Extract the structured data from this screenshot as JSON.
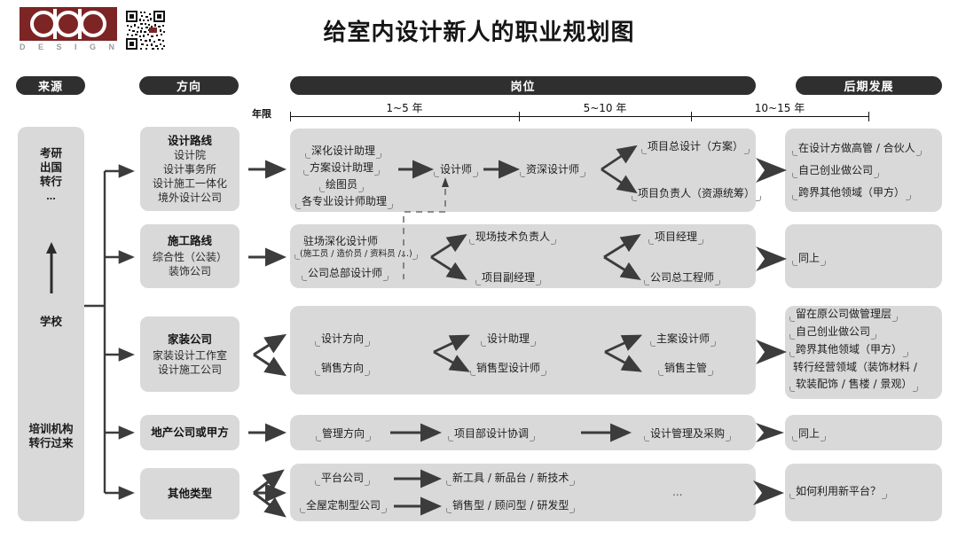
{
  "brand": {
    "logo_text": "dop",
    "logo_sub": [
      "D",
      "E",
      "S",
      "I",
      "G",
      "N"
    ],
    "accent": "#7d2424"
  },
  "title": "给室内设计新人的职业规划图",
  "pills": [
    {
      "label": "来源"
    },
    {
      "label": "方向"
    },
    {
      "label": "岗位"
    },
    {
      "label": "后期发展"
    }
  ],
  "timeline": {
    "label": "年限",
    "segments": [
      "1~5 年",
      "5~10 年",
      "10~15 年"
    ]
  },
  "sources": [
    {
      "lines": "考研\n出国\n转行\n..."
    },
    {
      "lines": "学校"
    },
    {
      "lines": "培训机构\n转行过来"
    }
  ],
  "rows": [
    {
      "direction": {
        "title": "设计路线",
        "subs": [
          "设计院",
          "设计事务所",
          "设计施工一体化",
          "境外设计公司"
        ]
      },
      "stage1": [
        "深化设计助理",
        "方案设计助理",
        "绘图员",
        "各专业设计师助理"
      ],
      "stage2": [
        "设计师"
      ],
      "stage3": [
        "资深设计师"
      ],
      "stage4": [
        "项目总设计（方案）",
        "项目负责人（资源统筹）"
      ],
      "later": [
        "在设计方做高管 / 合伙人",
        "自己创业做公司",
        "跨界其他领域（甲方）"
      ]
    },
    {
      "direction": {
        "title": "施工路线",
        "subs": [
          "综合性（公装）",
          "装饰公司"
        ]
      },
      "stage1": [
        "驻场深化设计师",
        "(施工员 / 造价员 / 资料员 /...)",
        "公司总部设计师"
      ],
      "stage2": [
        "现场技术负责人",
        "项目副经理"
      ],
      "stage3": [
        "项目经理",
        "公司总工程师"
      ],
      "later": [
        "同上"
      ]
    },
    {
      "direction": {
        "title": "家装公司",
        "subs": [
          "家装设计工作室",
          "设计施工公司"
        ]
      },
      "stage1": [
        "设计方向",
        "销售方向"
      ],
      "stage2": [
        "设计助理",
        "销售型设计师"
      ],
      "stage3": [
        "主案设计师",
        "销售主管"
      ],
      "later": [
        "留在原公司做管理层",
        "自己创业做公司",
        "跨界其他领域（甲方）",
        "转行经营领域（装饰材料 /",
        "软装配饰 / 售楼 / 景观）"
      ]
    },
    {
      "direction": {
        "title": "地产公司或甲方",
        "subs": []
      },
      "stage1": [
        "管理方向"
      ],
      "stage2": [
        "项目部设计协调"
      ],
      "stage3": [
        "设计管理及采购"
      ],
      "later": [
        "同上"
      ]
    },
    {
      "direction": {
        "title": "其他类型",
        "subs": []
      },
      "stage1": [
        "平台公司",
        "全屋定制型公司"
      ],
      "stage2": [
        "新工具 / 新品台 / 新技术",
        "销售型 / 顾问型 / 研发型"
      ],
      "stage3": [
        "..."
      ],
      "later": [
        "如何利用新平台？"
      ]
    }
  ]
}
